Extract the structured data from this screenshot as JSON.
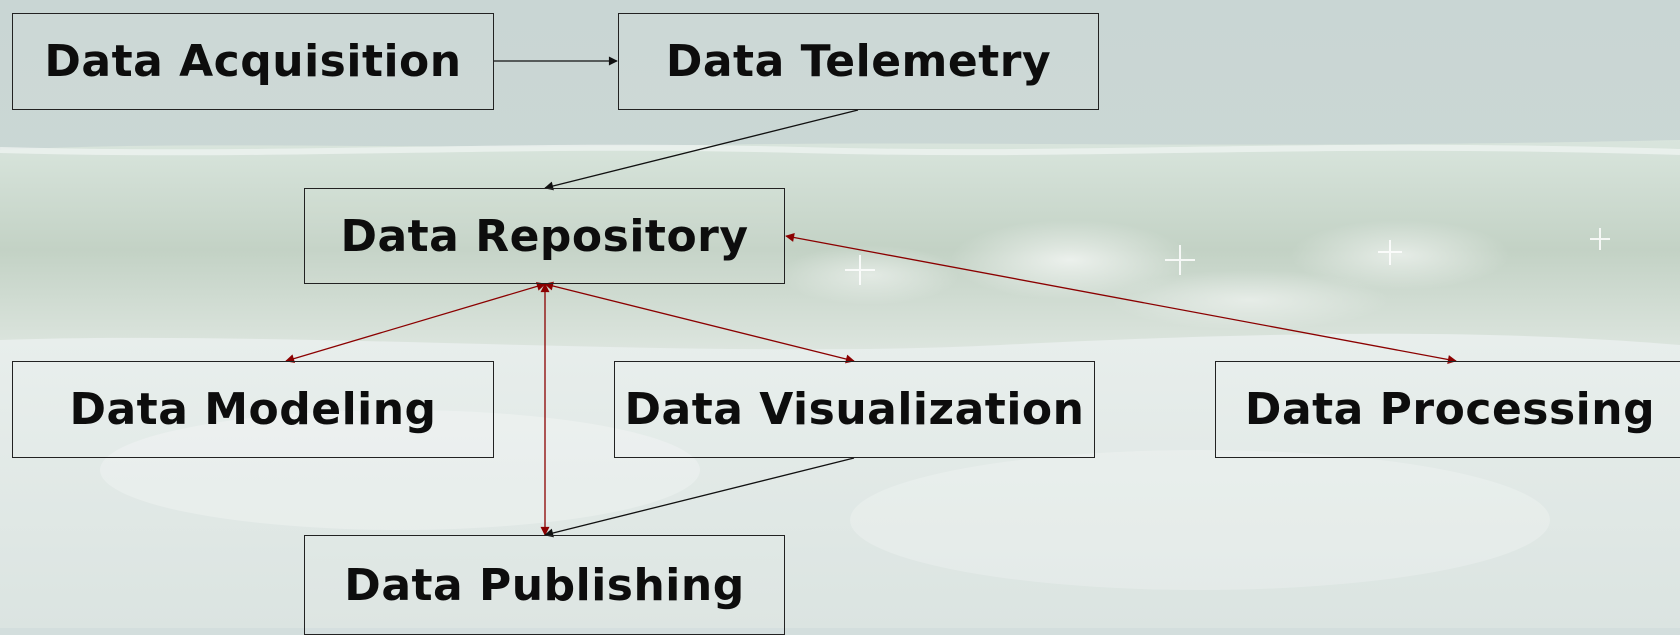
{
  "nodes": {
    "acquisition": "Data Acquisition",
    "telemetry": "Data Telemetry",
    "repository": "Data Repository",
    "modeling": "Data Modeling",
    "visualization": "Data Visualization",
    "processing": "Data Processing",
    "publishing": "Data Publishing"
  },
  "edges": [
    {
      "from": "acquisition",
      "to": "telemetry",
      "style": "one-way",
      "color": "#111111"
    },
    {
      "from": "telemetry",
      "to": "repository",
      "style": "one-way",
      "color": "#111111"
    },
    {
      "from": "repository",
      "to": "modeling",
      "style": "two-way",
      "color": "#8b0000"
    },
    {
      "from": "repository",
      "to": "visualization",
      "style": "two-way",
      "color": "#8b0000"
    },
    {
      "from": "repository",
      "to": "processing",
      "style": "two-way",
      "color": "#8b0000"
    },
    {
      "from": "repository",
      "to": "publishing",
      "style": "two-way",
      "color": "#8b0000"
    },
    {
      "from": "visualization",
      "to": "publishing",
      "style": "one-way",
      "color": "#111111"
    }
  ],
  "colors": {
    "node_border": "#222222",
    "text": "#0d0d0d",
    "flow_arrow": "#111111",
    "exchange_arrow": "#8b0000"
  }
}
